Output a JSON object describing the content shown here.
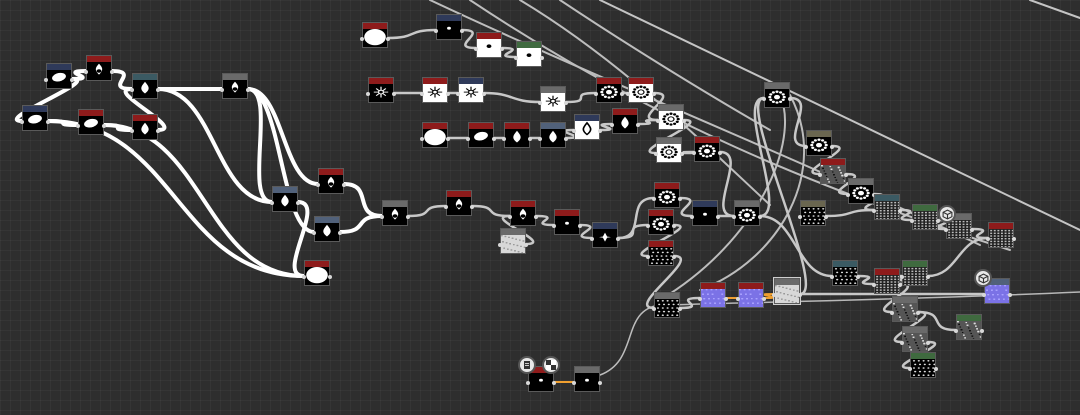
{
  "app": {
    "view": "node-graph",
    "colors": {
      "background": "#2e2e2e",
      "wire": "#c8c8c8",
      "wire_bold": "#ffffff",
      "wire_float": "#f0a030",
      "header_red": "#8e1b1b",
      "header_navy": "#2f3a5a",
      "header_slate": "#3b5a63",
      "header_gray": "#6a6a6a",
      "header_green": "#3f6a3f",
      "header_olive": "#6a6650",
      "header_steel": "#51617a"
    }
  },
  "node_kinds": [
    "black",
    "white",
    "circle-white",
    "blob",
    "flame",
    "drop",
    "snowflake",
    "burst",
    "dots",
    "mesh",
    "noise",
    "gray",
    "blue",
    "bubble"
  ],
  "icons": [
    "document-icon",
    "checker-icon",
    "cube-icon",
    "cube-icon"
  ]
}
